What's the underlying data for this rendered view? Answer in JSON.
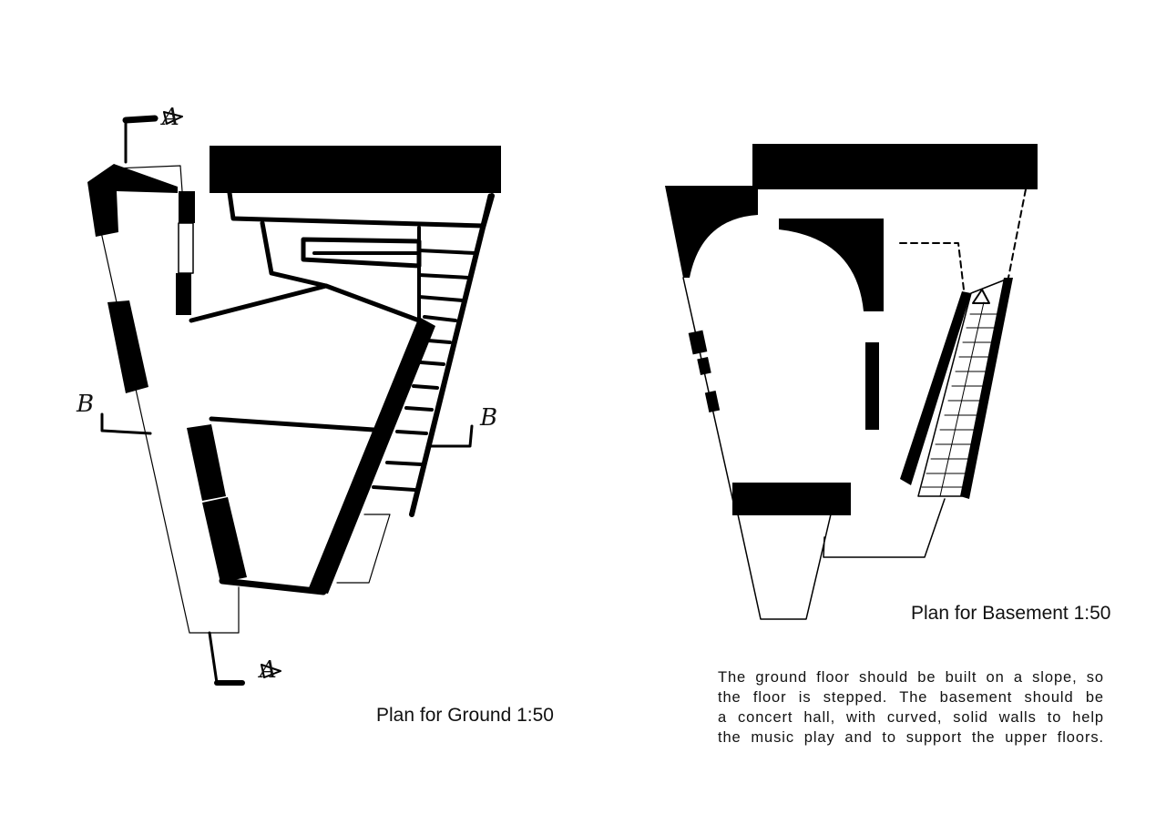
{
  "ground_plan": {
    "caption": "Plan for Ground 1:50",
    "section_marks": [
      "A",
      "A",
      "B",
      "B"
    ]
  },
  "basement_plan": {
    "caption": "Plan for Basement 1:50"
  },
  "note": {
    "lines": [
      "The ground floor should be built on a slope, so",
      "the floor is stepped. The basement should be",
      "a concert hall, with curved, solid walls to help",
      "the music play and to support the upper floors."
    ]
  },
  "colors": {
    "ink": "#000000",
    "paper": "#ffffff"
  }
}
